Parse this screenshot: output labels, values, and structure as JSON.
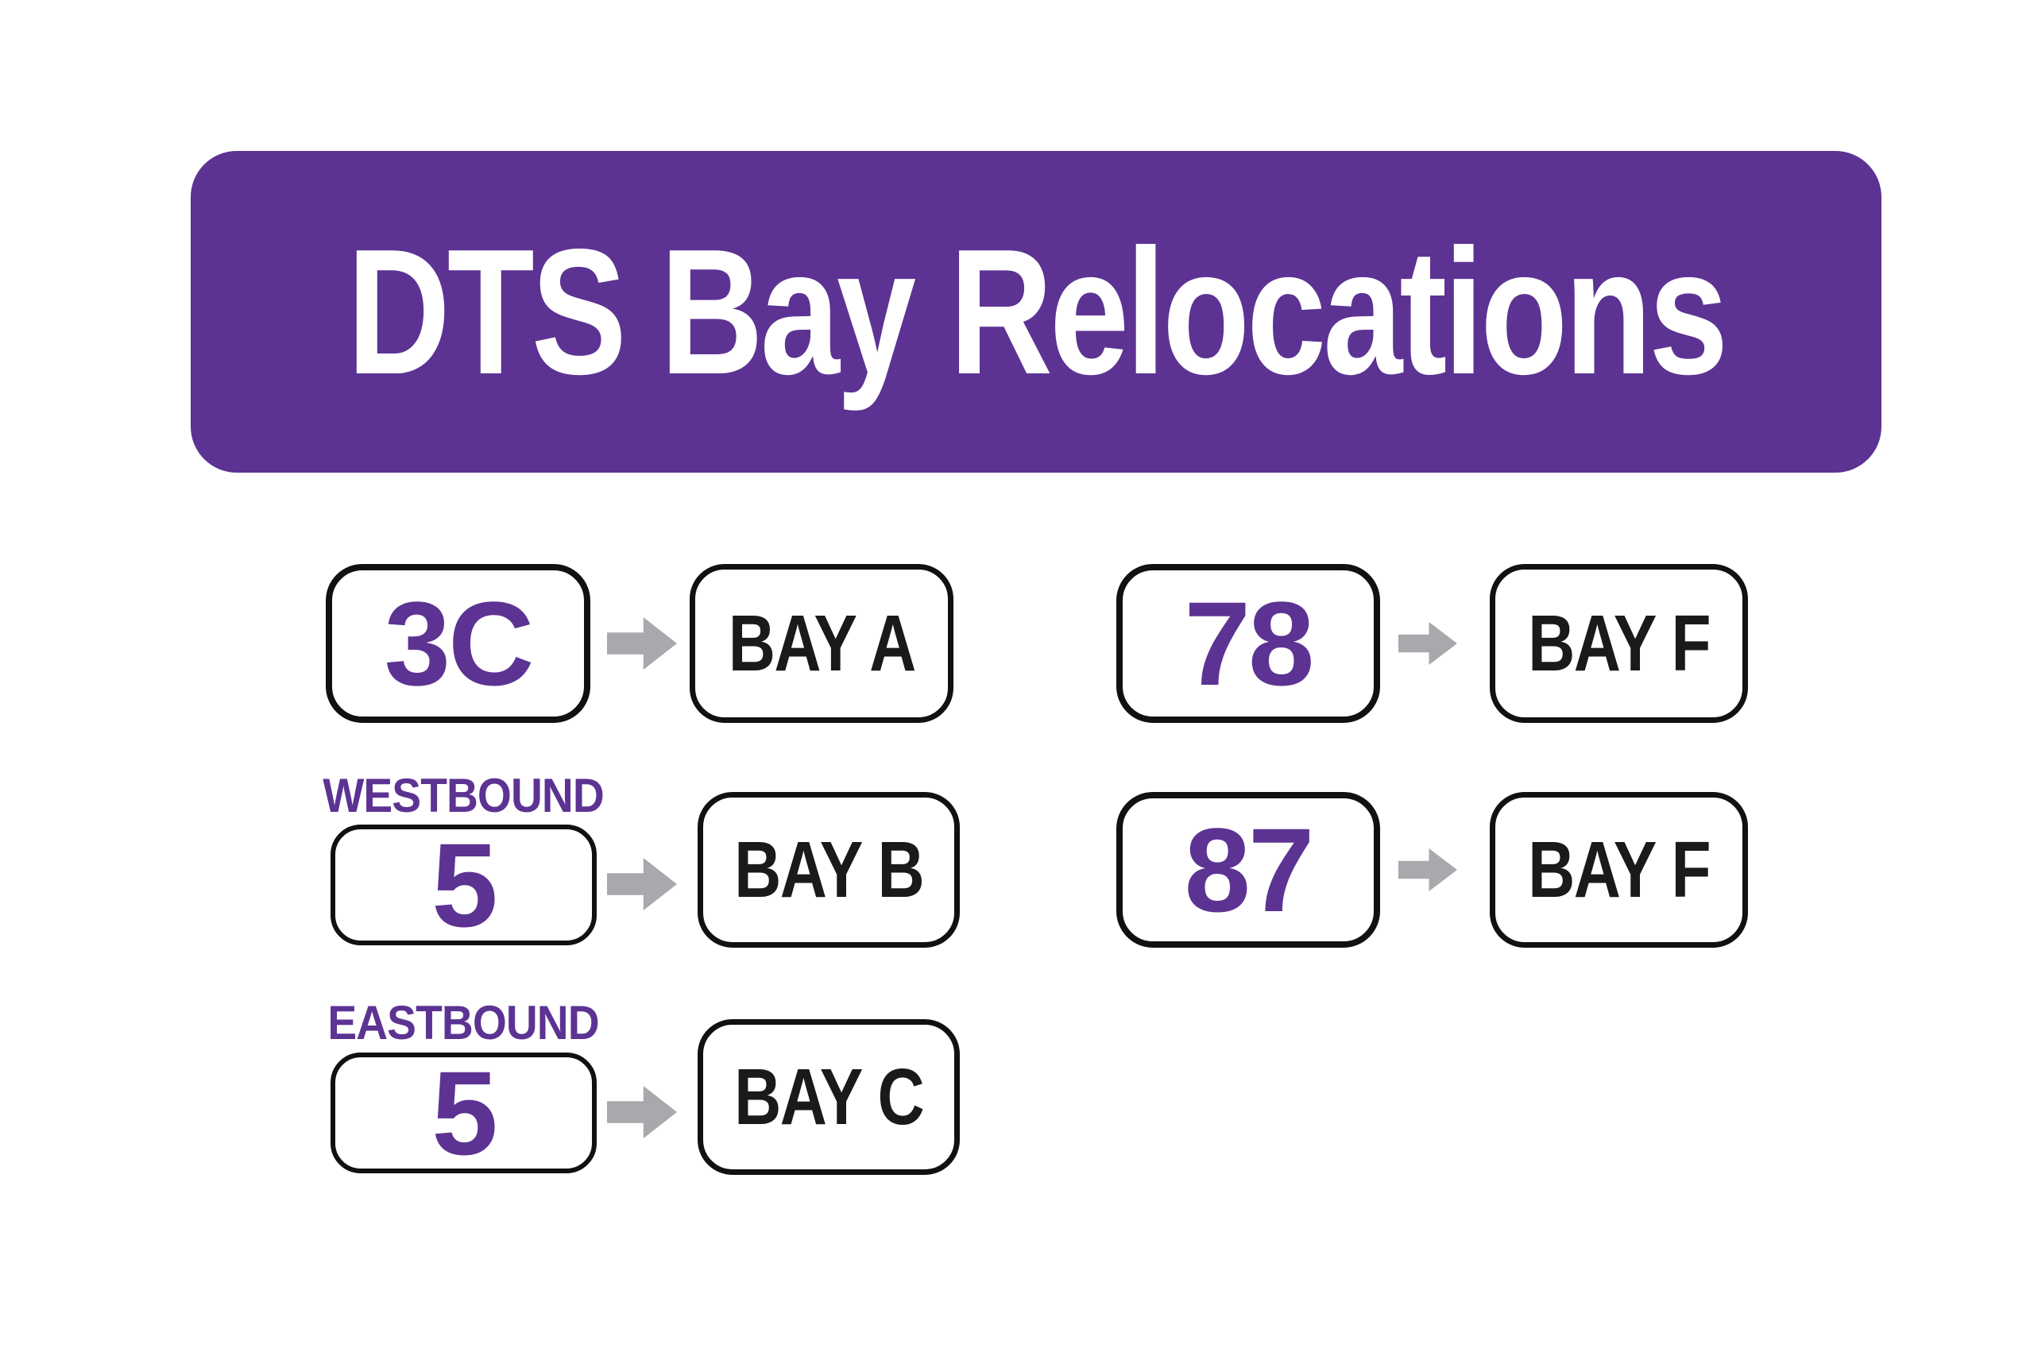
{
  "header": {
    "title": "DTS Bay Relocations"
  },
  "colors": {
    "purple": "#5C3393",
    "gray": "#A7A9AC",
    "ink": "#1A1A1A",
    "bg": "#FFFFFF"
  },
  "icons": {
    "arrow": "right-arrow-icon"
  },
  "relocations": [
    {
      "route": "3C",
      "direction": "",
      "bay": "BAY A"
    },
    {
      "route": "5",
      "direction": "WESTBOUND",
      "bay": "BAY B"
    },
    {
      "route": "5",
      "direction": "EASTBOUND",
      "bay": "BAY C"
    },
    {
      "route": "78",
      "direction": "",
      "bay": "BAY F"
    },
    {
      "route": "87",
      "direction": "",
      "bay": "BAY F"
    }
  ]
}
